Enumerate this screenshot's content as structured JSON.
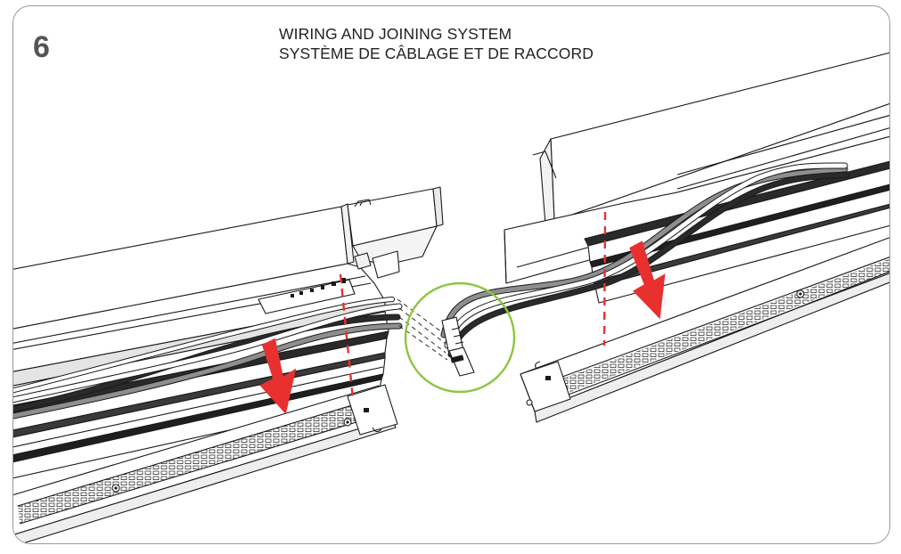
{
  "step": {
    "number": "6"
  },
  "title": {
    "english": "WIRING AND JOINING SYSTEM",
    "french": "SYSTÈME DE CÂBLAGE ET DE RACCORD"
  },
  "colors": {
    "frame": "#9a9a9a",
    "arrow": "#e8302f",
    "guide_line": "#e8302f",
    "highlight_circle": "#8cc63f",
    "line": "#1a1a1a",
    "wire_black": "#1f1f1f",
    "wire_grey": "#8e8e8e",
    "wire_white": "#ffffff"
  },
  "icons": [
    "down-arrow-icon",
    "connector-icon"
  ]
}
